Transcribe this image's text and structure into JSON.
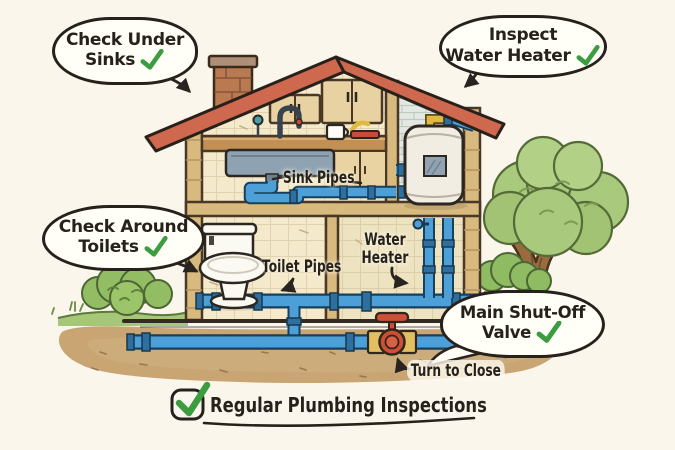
{
  "title": "Regular Plumbing Inspections",
  "colors": {
    "paper": "#faf6ec",
    "ink": "#26211b",
    "check_green": "#3b9d3f",
    "pipe_blue": "#4d9fd8",
    "roof_terracotta": "#ce6950",
    "wood_tan": "#d8b97e",
    "valve_red": "#ce4f38",
    "brass_yellow": "#e3bf62"
  },
  "callouts": {
    "check_under_sinks": {
      "line1": "Check Under",
      "line2": "Sinks"
    },
    "inspect_water_heater": {
      "line1": "Inspect",
      "line2": "Water Heater"
    },
    "check_around_toilets": {
      "line1": "Check Around",
      "line2": "Toilets"
    },
    "main_shut_off_valve": {
      "line1": "Main Shut-Off",
      "line2": "Valve"
    }
  },
  "labels": {
    "sink_pipes": "Sink Pipes",
    "toilet_pipes": "Toilet Pipes",
    "water_heater_line1": "Water",
    "water_heater_line2": "Heater",
    "turn_to_close": "Turn to Close"
  },
  "caption": "Regular Plumbing Inspections",
  "icons": {
    "check": "✓",
    "checkbox": "☑"
  }
}
